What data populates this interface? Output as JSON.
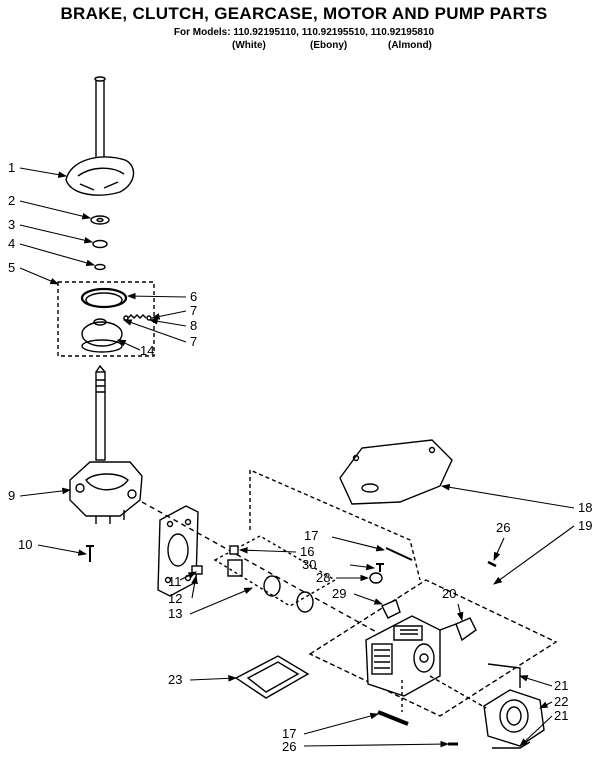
{
  "header": {
    "title": "BRAKE, CLUTCH, GEARCASE, MOTOR AND PUMP PARTS",
    "models_line": "For Models: 110.92195110, 110.92195510, 110.92195810",
    "variants": [
      "(White)",
      "(Ebony)",
      "(Almond)"
    ]
  },
  "callouts": {
    "c1": "1",
    "c2": "2",
    "c3": "3",
    "c4": "4",
    "c5": "5",
    "c6": "6",
    "c7a": "7",
    "c8": "8",
    "c7b": "7",
    "c14": "14",
    "c9": "9",
    "c10": "10",
    "c11": "11",
    "c12": "12",
    "c13": "13",
    "c16": "16",
    "c17a": "17",
    "c30": "30",
    "c28": "28",
    "c29": "29",
    "c18": "18",
    "c19": "19",
    "c26a": "26",
    "c20": "20",
    "c21a": "21",
    "c22": "22",
    "c21b": "21",
    "c23": "23",
    "c17b": "17",
    "c26b": "26"
  }
}
